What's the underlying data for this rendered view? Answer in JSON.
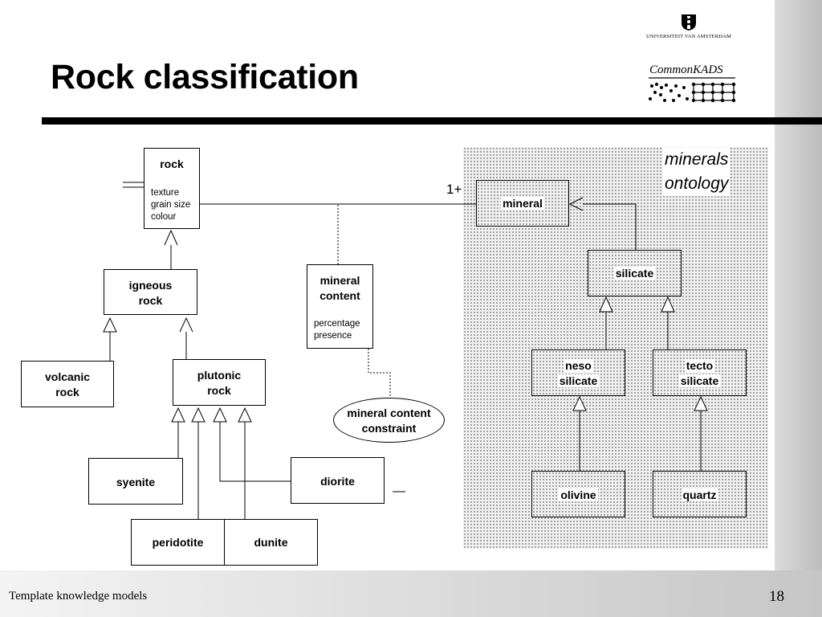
{
  "slide": {
    "title": "Rock classification",
    "footer": "Template knowledge models",
    "page_number": "18"
  },
  "logos": {
    "university": "Universiteit van Amsterdam",
    "commonkads": "CommonKADS"
  },
  "ontology_label": [
    "minerals",
    "ontology"
  ],
  "multiplicity": "1+",
  "classes": {
    "rock": {
      "name": "rock",
      "attributes": [
        "texture",
        "grain size",
        "colour"
      ]
    },
    "igneous_rock": {
      "name": [
        "igneous",
        "rock"
      ]
    },
    "volcanic_rock": {
      "name": [
        "volcanic",
        "rock"
      ]
    },
    "plutonic_rock": {
      "name": [
        "plutonic",
        "rock"
      ]
    },
    "syenite": {
      "name": "syenite"
    },
    "diorite": {
      "name": "diorite"
    },
    "peridotite": {
      "name": "peridotite"
    },
    "dunite": {
      "name": "dunite"
    },
    "mineral_content": {
      "name": [
        "mineral",
        "content"
      ],
      "attributes": [
        "percentage",
        "presence"
      ]
    },
    "mineral_content_constraint": {
      "name": [
        "mineral content",
        "constraint"
      ]
    },
    "mineral": {
      "name": "mineral"
    },
    "silicate": {
      "name": "silicate"
    },
    "neso_silicate": {
      "name": [
        "neso",
        "silicate"
      ]
    },
    "tecto_silicate": {
      "name": [
        "tecto",
        "silicate"
      ]
    },
    "olivine": {
      "name": "olivine"
    },
    "quartz": {
      "name": "quartz"
    }
  }
}
